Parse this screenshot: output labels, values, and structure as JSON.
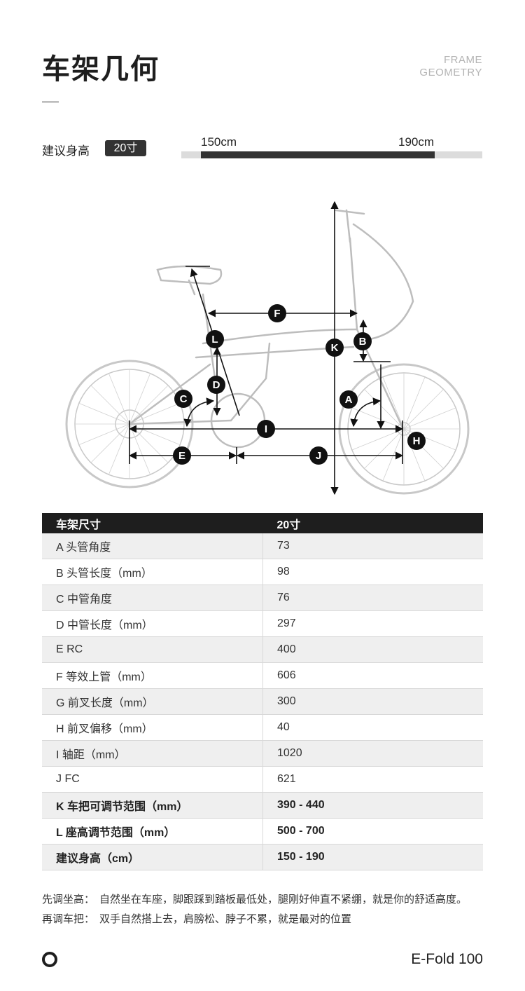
{
  "header": {
    "title": "车架几何",
    "en_line1": "FRAME",
    "en_line2": "GEOMETRY"
  },
  "height_range": {
    "label": "建议身高",
    "size": "20寸",
    "min_label": "150cm",
    "max_label": "190cm",
    "fill_start": 0.066,
    "fill_end": 0.842
  },
  "diagram": {
    "labels": [
      "A",
      "B",
      "C",
      "D",
      "E",
      "F",
      "H",
      "I",
      "J",
      "K",
      "L"
    ]
  },
  "table": {
    "header": [
      "车架尺寸",
      "20寸"
    ],
    "rows": [
      {
        "name": "A 头管角度",
        "value": "73"
      },
      {
        "name": "B 头管长度（mm）",
        "value": "98"
      },
      {
        "name": "C 中管角度",
        "value": "76"
      },
      {
        "name": "D 中管长度（mm）",
        "value": "297"
      },
      {
        "name": "E RC",
        "value": "400"
      },
      {
        "name": "F 等效上管（mm）",
        "value": "606"
      },
      {
        "name": "G 前叉长度（mm）",
        "value": "300"
      },
      {
        "name": "H 前叉偏移（mm）",
        "value": "40"
      },
      {
        "name": "I 轴距（mm）",
        "value": "1020"
      },
      {
        "name": "J FC",
        "value": "621"
      },
      {
        "name": "K 车把可调节范围（mm）",
        "value": "390 - 440"
      },
      {
        "name": "L 座高调节范围（mm）",
        "value": "500 - 700"
      },
      {
        "name": "建议身高（cm）",
        "value": "150 - 190"
      }
    ]
  },
  "notes": [
    {
      "label": "先调坐高：",
      "text": "自然坐在车座，脚跟踩到踏板最低处，腿刚好伸直不紧绷，就是你的舒适高度。"
    },
    {
      "label": "再调车把：",
      "text": "双手自然搭上去，肩膀松、脖子不累，就是最对的位置"
    }
  ],
  "footer": {
    "logo_icon": "circle-logo-icon",
    "model": "E-Fold 100"
  }
}
